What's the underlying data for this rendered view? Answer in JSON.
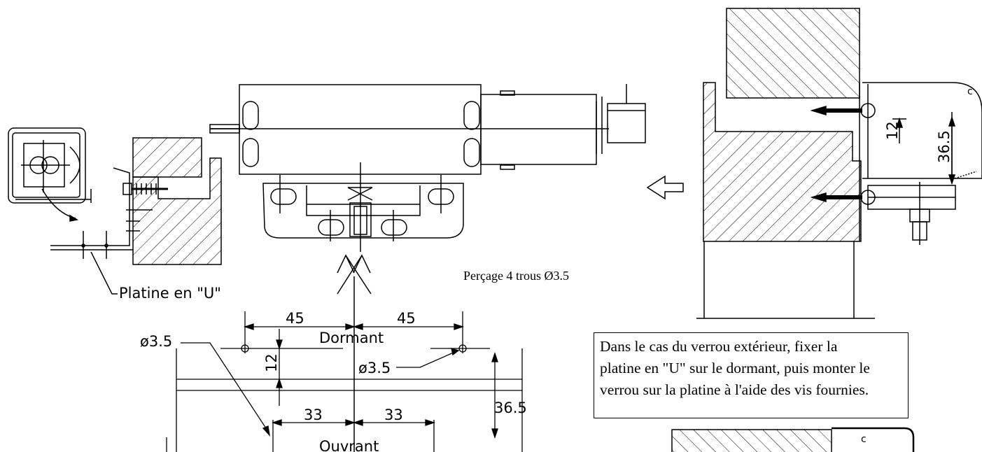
{
  "labels": {
    "platine": "Platine en \"U\"",
    "percage": "Perçage 4 trous Ø3.5",
    "dormant": "Dormant",
    "ouvrant": "Ouvrant",
    "hole_left": "ø3.5",
    "hole_right": "ø3.5"
  },
  "dimensions": {
    "top_left": "45",
    "top_right": "45",
    "bottom_left": "33",
    "bottom_right": "33",
    "vertical_small": "12",
    "vertical_large": "36.5",
    "section_small": "12",
    "section_large": "36.5"
  },
  "note": {
    "line1": "Dans le cas du verrou extérieur, fixer la",
    "line2": "platine en \"U\" sur le dormant, puis monter le",
    "line3": "verrou sur la platine à l'aide des vis fournies."
  }
}
